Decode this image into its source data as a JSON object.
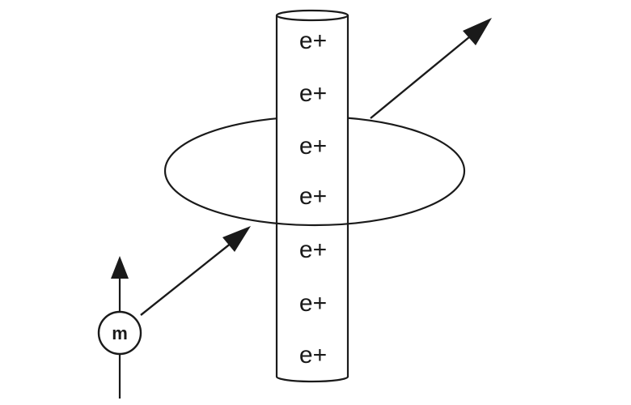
{
  "diagram": {
    "cylinder_charges": [
      "e+",
      "e+",
      "e+",
      "e+",
      "e+",
      "e+",
      "e+"
    ],
    "particle": {
      "label": "m",
      "spin_direction": "up"
    },
    "elements": {
      "cylinder": "column of positive charges",
      "ring": "ellipse around cylinder",
      "incoming_arrow": "trajectory toward cylinder",
      "outgoing_arrow": "trajectory away from cylinder"
    },
    "colors": {
      "stroke": "#1a1a1a",
      "background": "#ffffff"
    }
  }
}
